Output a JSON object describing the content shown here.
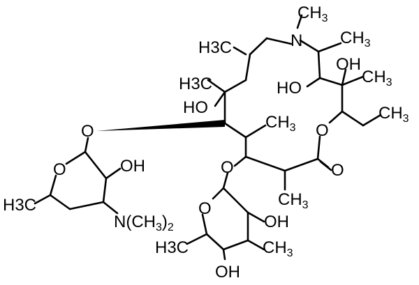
{
  "labels": {
    "n_ring": "N",
    "me_n": "CH3",
    "o_ring_ester": "O",
    "o_carbonyl": "O",
    "h3c_top": "H3C",
    "h3c_mid": "H3C",
    "ho_a": "HO",
    "ho_b": "HO",
    "oh_a": "OH",
    "o_glyco1": "O",
    "o_glyco2": "O",
    "o_sugar1": "O",
    "oh_sugar1": "OH",
    "h3c_sugar1": "H3C",
    "nme2_n": "N(CH",
    "nme2_sub": "3",
    "nme2_close": ")",
    "nme2_sub2": "2",
    "o_sugar2": "O",
    "oh_sugar2a": "OH",
    "h3c_sugar2": "H3C",
    "ch3_sugar2": "CH",
    "ch3_sugar2_sub": "3",
    "oh_sugar2b": "OH",
    "ch3_lower": "CH",
    "ch3_lower_sub": "3",
    "ch3_right": "CH",
    "ch3_right_sub": "3",
    "ch3_mid": "CH",
    "ch3_mid_sub": "3"
  }
}
